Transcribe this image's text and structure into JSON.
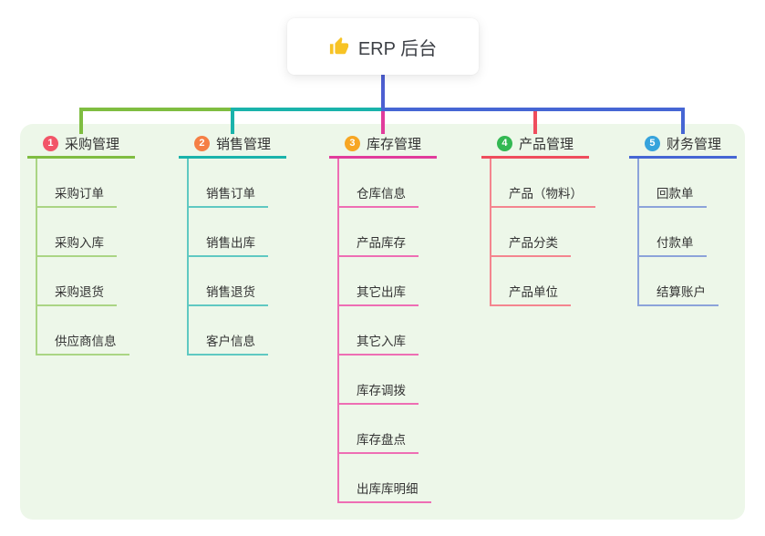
{
  "root": {
    "title": "ERP 后台",
    "icon": "thumbs-up-icon",
    "icon_color": "#f7c325"
  },
  "theme": {
    "panel_background": "#edf7e9",
    "root_connector": "#4d5fd2",
    "text_color": "#333333",
    "node_background": "#ffffff"
  },
  "branches": [
    {
      "index": "1",
      "label": "采购管理",
      "badge_color": "#f25568",
      "line_color": "#7fbd41",
      "child_line_color": "#aad584",
      "children": [
        "采购订单",
        "采购入库",
        "采购退货",
        "供应商信息"
      ]
    },
    {
      "index": "2",
      "label": "销售管理",
      "badge_color": "#f57f45",
      "line_color": "#1ab3ab",
      "child_line_color": "#5fc9c2",
      "children": [
        "销售订单",
        "销售出库",
        "销售退货",
        "客户信息"
      ]
    },
    {
      "index": "3",
      "label": "库存管理",
      "badge_color": "#f7a623",
      "line_color": "#e13c9c",
      "child_line_color": "#ee6eb4",
      "children": [
        "仓库信息",
        "产品库存",
        "其它出库",
        "其它入库",
        "库存调拨",
        "库存盘点",
        "出库库明细"
      ]
    },
    {
      "index": "4",
      "label": "产品管理",
      "badge_color": "#33b853",
      "line_color": "#ef4d5d",
      "child_line_color": "#f4858f",
      "children": [
        "产品（物料）",
        "产品分类",
        "产品单位"
      ]
    },
    {
      "index": "5",
      "label": "财务管理",
      "badge_color": "#36a3dc",
      "line_color": "#4666d4",
      "child_line_color": "#8ca3da",
      "children": [
        "回款单",
        "付款单",
        "结算账户"
      ]
    }
  ]
}
